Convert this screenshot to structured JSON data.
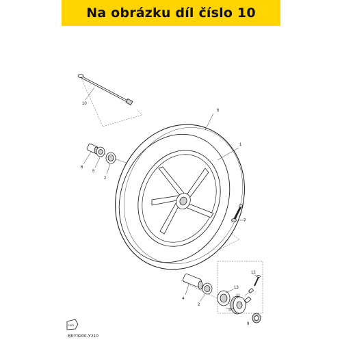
{
  "banner": {
    "title": "Na obrázku díl číslo 10"
  },
  "diagram_code": "BKY3200-Y210",
  "fwd_label": "FWD",
  "callouts": [
    "1",
    "2",
    "2",
    "3",
    "4",
    "5",
    "6",
    "7",
    "8",
    "9",
    "10",
    "11",
    "12",
    "13"
  ]
}
